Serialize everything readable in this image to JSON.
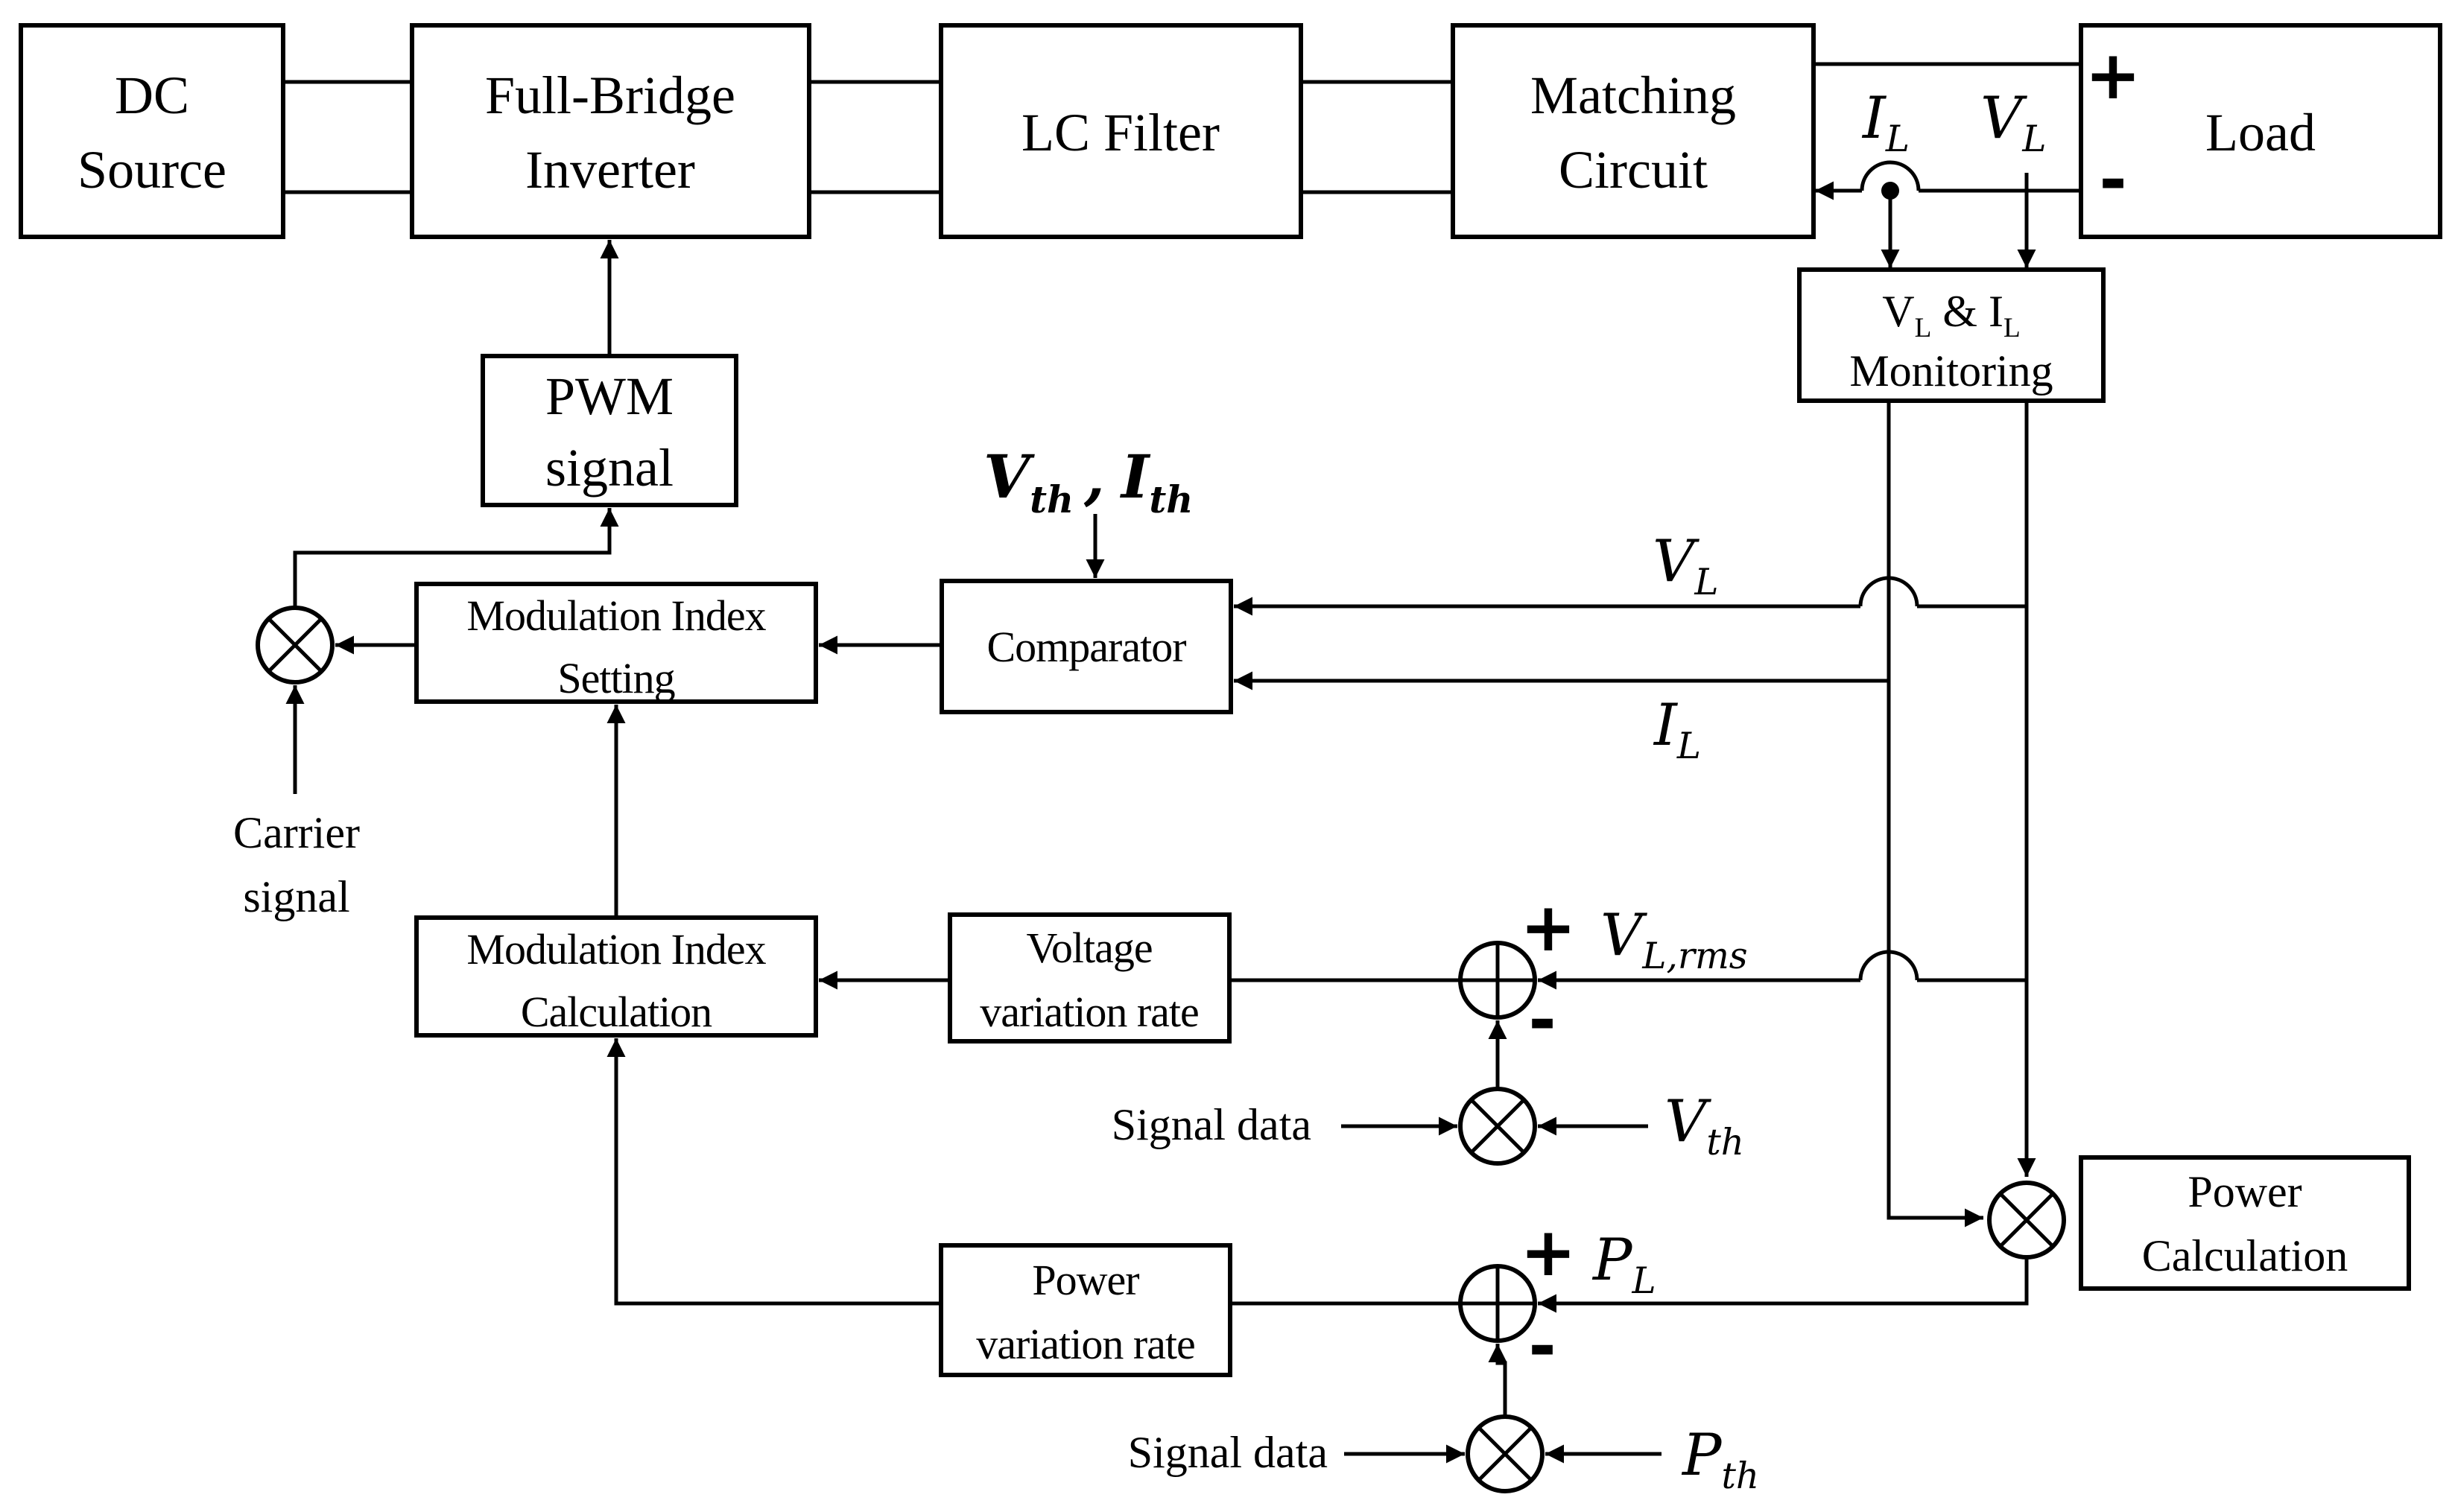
{
  "blocks": {
    "dc_source": [
      "DC",
      "Source"
    ],
    "inverter": [
      "Full-Bridge",
      "Inverter"
    ],
    "lc_filter": "LC Filter",
    "matching": [
      "Matching",
      "Circuit"
    ],
    "load": "Load",
    "monitoring": {
      "line1_v": "V",
      "line1_vsub": "L",
      "line1_amp": " & I",
      "line1_isub": "L",
      "line2": "Monitoring"
    },
    "pwm": [
      "PWM",
      "signal"
    ],
    "mod_setting": [
      "Modulation Index",
      "Setting"
    ],
    "comparator": "Comparator",
    "mod_calc": [
      "Modulation Index",
      "Calculation"
    ],
    "voltage_rate": [
      "Voltage",
      "variation rate"
    ],
    "power_rate": [
      "Power",
      "variation rate"
    ],
    "power_calc": [
      "Power",
      "Calculation"
    ]
  },
  "labels": {
    "carrier": [
      "Carrier",
      "signal"
    ],
    "signal_data_v": "Signal data",
    "signal_data_p": "Signal data",
    "plus": "+",
    "minus": "-"
  },
  "math": {
    "I": "I",
    "V": "V",
    "P": "P",
    "L": "L",
    "th": "th",
    "Lrms": "L,rms",
    "comma": ","
  }
}
